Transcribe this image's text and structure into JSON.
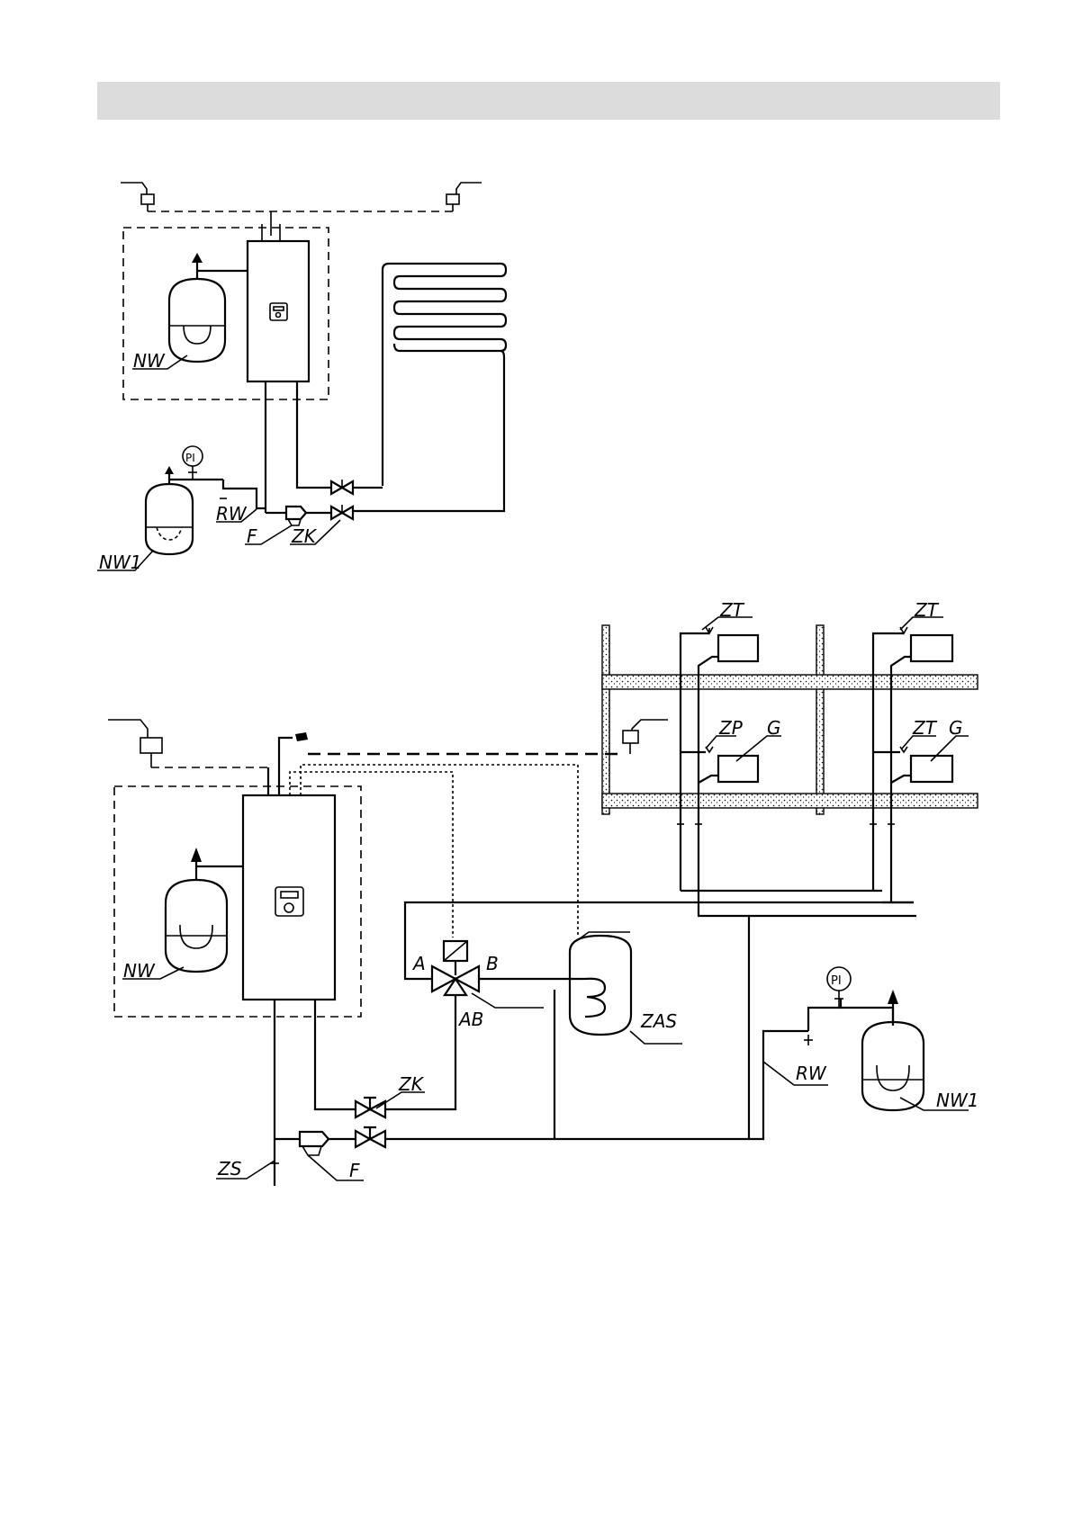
{
  "labels": {
    "nw": "NW",
    "nw1": "NW1",
    "rw": "RW",
    "f": "F",
    "zk": "ZK",
    "pi": "PI",
    "zt": "ZT",
    "zp": "ZP",
    "g": "G",
    "a": "A",
    "b": "B",
    "ab": "AB",
    "zas": "ZAS",
    "zs": "ZS"
  },
  "colors": {
    "line": "#000000",
    "header_bar": "#dcdcdc",
    "background": "#ffffff"
  }
}
